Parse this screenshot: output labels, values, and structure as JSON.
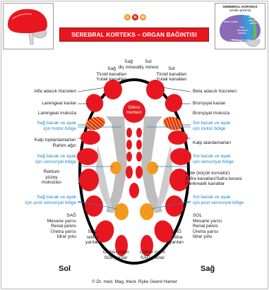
{
  "title": "SEREBRAL KORTEKS – ORGAN BAĞINTISI",
  "logo": {
    "letters": [
      "G",
      "N",
      "M"
    ]
  },
  "right_thumb": {
    "title": "SEREBRAL KORTEKS",
    "subtitle": "yandan görünüş",
    "regions": [
      "Motor kortex",
      "Post sensoryal korteks",
      "Pre motor sensoryal korteks",
      "Sensoryal korteks"
    ]
  },
  "center_label": {
    "line1": "Glikoz",
    "line2": "merkezi"
  },
  "labels_left": {
    "sag_tiroid": [
      "Sağ",
      "Tiroid kanalları",
      "Yutak kanalları"
    ],
    "sag_dis": [
      "Sağ",
      "diş minesi"
    ],
    "alfa": "Alfa adacık hücreleri",
    "larengeal_kaslar": "Larengeal kaslar",
    "larengeal_mukoza": "Larengeal mukoza",
    "sag_motor": [
      "Sağ bacak ve ayak",
      "için motor bölge"
    ],
    "kalp_top": [
      "Kalp toplardamarları",
      "Rahim ağzı"
    ],
    "sag_sensoryal": [
      "Sağ bacak ve ayak",
      "için sensoryal bölge"
    ],
    "rektum": [
      "Rektum",
      "yüzey",
      "mukozası"
    ],
    "sag_post": [
      "Sağ bacak ve ayak",
      "için post sensoryal bölge"
    ],
    "sag_mesane": [
      "SAĞ",
      "Mesane yarısı",
      "Renal pelvis",
      "Üretra yarısı",
      "İdrar yolu"
    ],
    "sol_retina": [
      "SOL",
      "retina",
      "yarıları"
    ],
    "camsi_sol": [
      "Camsı cisim",
      "SOL yarılar"
    ]
  },
  "labels_right": {
    "sol_dis": [
      "Sol",
      "diş minesi"
    ],
    "sol_tiroid": [
      "Sol",
      "Tiroid kanalları",
      "Yutak kanalları"
    ],
    "beta": "Beta adacık hücreleri",
    "bronsiyal_kaslar": "Bronşiyal kaslar",
    "bronsiyal_mukoza": "Bronşiyal mukoza",
    "sol_motor": [
      "Sol bacak ve ayak",
      "için motor bölge"
    ],
    "kalp_atar": "Kalp atardamarları",
    "sol_sensoryal": [
      "Sol bacak ve ayak",
      "için sensoryal bölge"
    ],
    "mide": [
      "Mide (küçük kurvatür)",
      "Safra kanalları/Safra kesesi",
      "Pankreatik kanallar"
    ],
    "sol_post": [
      "Sol bacak ve ayak",
      "için post sensoryal bölge"
    ],
    "sol_mesane": [
      "SOL",
      "Mesane yarısı",
      "Renal pelvis",
      "Üretra yarısı",
      "İdrar yolu"
    ],
    "sag_retina": [
      "SAĞ",
      "retina",
      "yarıları"
    ],
    "camsi_sag": [
      "Camsı cisim",
      "SAĞ yarılar"
    ]
  },
  "side_left": "Sol",
  "side_right": "Sağ",
  "copyright": "© Dr. med. Mag. theol. Ryke Geerd Hamer",
  "colors": {
    "red": "#e8171f",
    "orange": "#f39a1e",
    "blue": "#1f86c6",
    "gray": "#b9b9b9"
  }
}
